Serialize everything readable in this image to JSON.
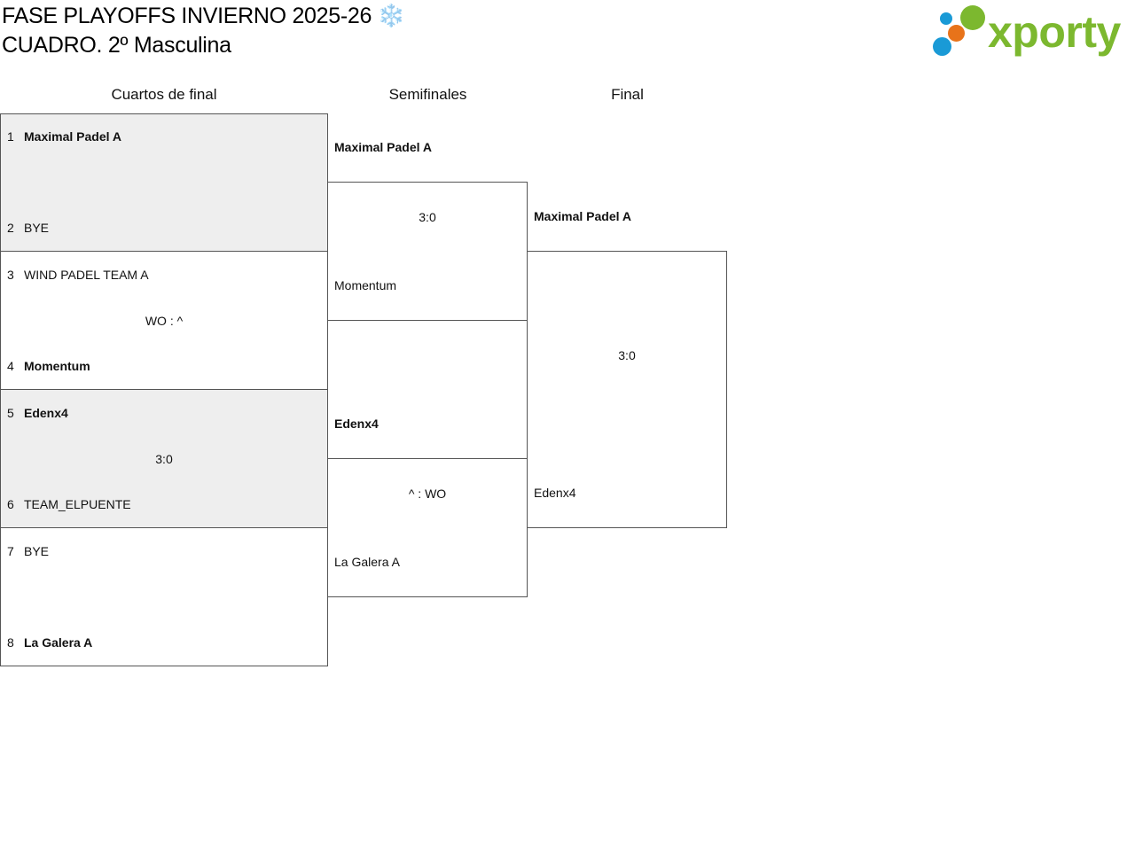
{
  "header": {
    "title_line_1": "FASE PLAYOFFS INVIERNO 2025-26 ❄️",
    "title_line_2": "CUADRO. 2º Masculina"
  },
  "logo": {
    "text": "xporty",
    "colors": {
      "wordmark": "#7cb82f",
      "dot_green": "#7cb82f",
      "dot_blue": "#1a9ad6",
      "dot_orange": "#e8731a"
    }
  },
  "rounds": {
    "quarterfinals": "Cuartos de final",
    "semifinals": "Semifinales",
    "final": "Final"
  },
  "quarterfinals": [
    {
      "top": {
        "seed": "1",
        "name": "Maximal Padel A",
        "winner": true
      },
      "bottom": {
        "seed": "2",
        "name": "BYE",
        "winner": false
      },
      "score": ""
    },
    {
      "top": {
        "seed": "3",
        "name": "WIND PADEL TEAM A",
        "winner": false
      },
      "bottom": {
        "seed": "4",
        "name": "Momentum",
        "winner": true
      },
      "score": "WO : ^"
    },
    {
      "top": {
        "seed": "5",
        "name": "Edenx4",
        "winner": true
      },
      "bottom": {
        "seed": "6",
        "name": "TEAM_ELPUENTE",
        "winner": false
      },
      "score": "3:0"
    },
    {
      "top": {
        "seed": "7",
        "name": "BYE",
        "winner": false
      },
      "bottom": {
        "seed": "8",
        "name": "La Galera A",
        "winner": true
      },
      "score": ""
    }
  ],
  "semifinals": [
    {
      "top": {
        "name": "Maximal Padel A",
        "winner": true
      },
      "bottom": {
        "name": "Momentum",
        "winner": false
      },
      "score": "3:0"
    },
    {
      "top": {
        "name": "Edenx4",
        "winner": true
      },
      "bottom": {
        "name": "La Galera A",
        "winner": false
      },
      "score": "^ : WO"
    }
  ],
  "final": {
    "top": {
      "name": "Maximal Padel A",
      "winner": true
    },
    "bottom": {
      "name": "Edenx4",
      "winner": false
    },
    "score": "3:0"
  }
}
